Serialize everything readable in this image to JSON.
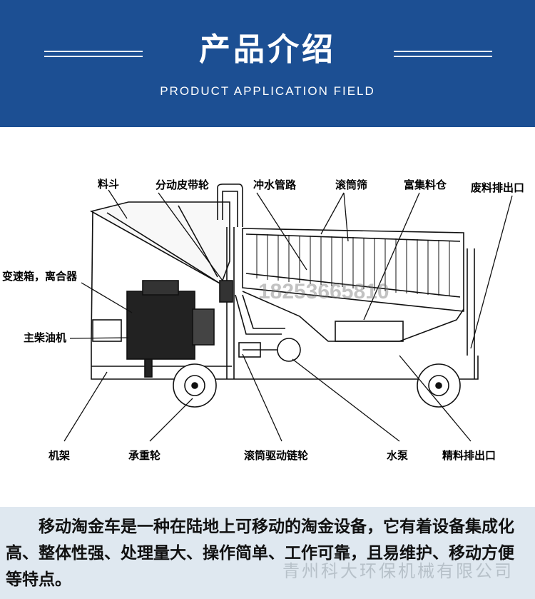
{
  "header": {
    "title": "产品介绍",
    "subtitle": "PRODUCT APPLICATION FIELD",
    "bg_color": "#1c4f93"
  },
  "diagram": {
    "labels": {
      "hopper": "料斗",
      "belt_pulley": "分动皮带轮",
      "flush_pipe": "冲水管路",
      "drum_screen": "滚筒筛",
      "concentrate_bin": "富集料仓",
      "waste_outlet": "废料排出口",
      "gearbox_clutch": "变速箱，离合器",
      "diesel_engine": "主柴油机",
      "frame": "机架",
      "load_wheel": "承重轮",
      "drum_drive_sprocket": "滚筒驱动链轮",
      "water_pump": "水泵",
      "fine_outlet": "精料排出口"
    },
    "watermark_phone": "18253665810"
  },
  "description": {
    "text": "移动淘金车是一种在陆地上可移动的淘金设备，它有着设备集成化高、整体性强、处理量大、操作简单、工作可靠，且易维护、移动方便等特点。",
    "company_watermark": "青州科大环保机械有限公司"
  }
}
